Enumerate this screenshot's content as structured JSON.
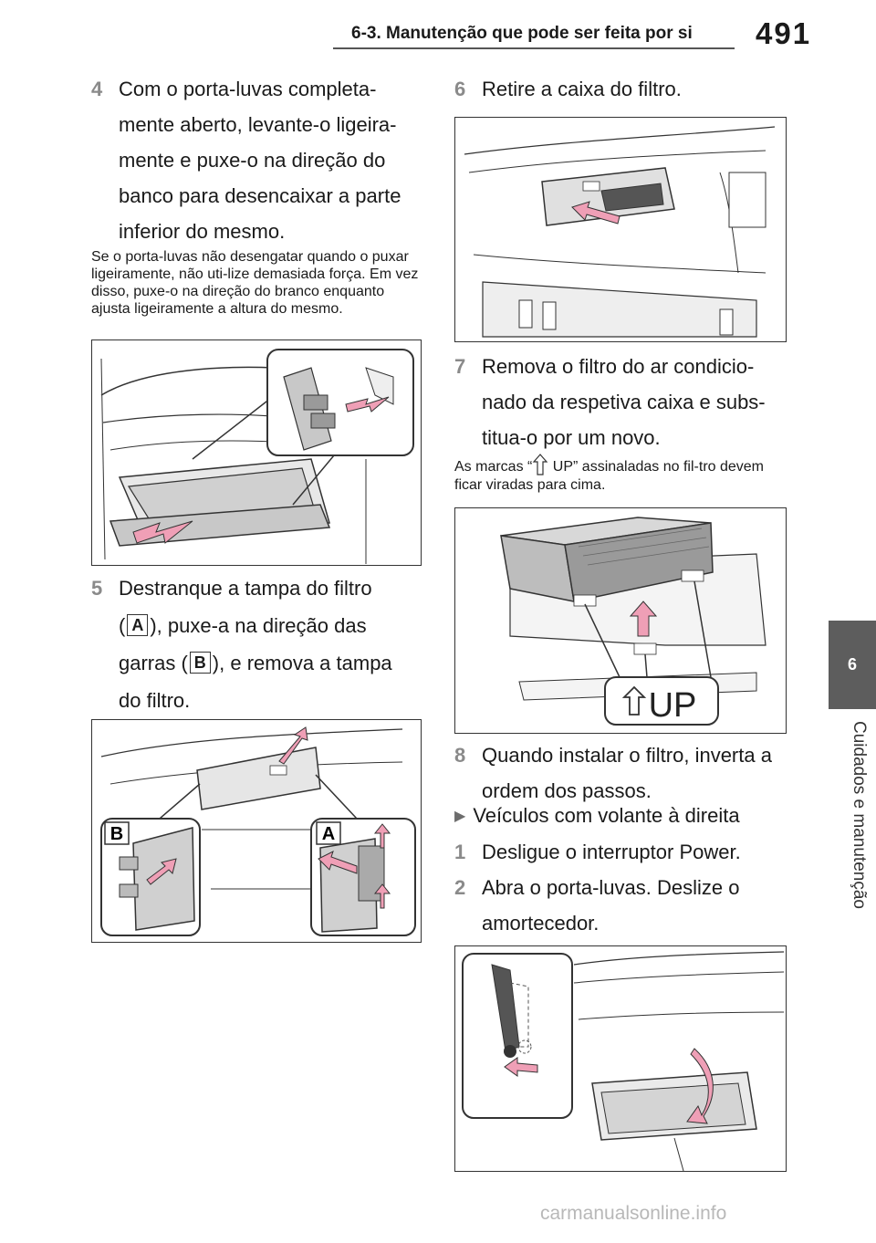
{
  "header": {
    "section_title": "6-3. Manutenção que pode ser feita por si",
    "page_number": "491"
  },
  "sidebar": {
    "chapter_number": "6",
    "chapter_name": "Cuidados e manutenção"
  },
  "left_column": {
    "step4": {
      "num": "4",
      "text": "Com o porta-luvas completa-mente aberto, levante-o ligeira-mente e puxe-o na direção do banco para desencaixar a parte inferior do mesmo."
    },
    "note1": "Se o porta-luvas não desengatar quando o puxar ligeiramente, não uti-lize demasiada força. Em vez disso, puxe-o na direção do branco enquanto ajusta ligeiramente a altura do mesmo.",
    "step5": {
      "num": "5",
      "part1": "Destranque a tampa do filtro",
      "paren_open": "(",
      "badge_a": "A",
      "part2": "), puxe-a na direção das",
      "part3": "garras (",
      "badge_b": "B",
      "part4": "), e remova a tampa",
      "part5": "do filtro."
    },
    "fig2_labels": {
      "b": "B",
      "a": "A"
    }
  },
  "right_column": {
    "step6": {
      "num": "6",
      "text": "Retire a caixa do filtro."
    },
    "step7": {
      "num": "7",
      "text": "Remova o filtro do ar condicio-nado da respetiva caixa e subs-titua-o por um novo."
    },
    "note2_before": "As marcas “",
    "note2_after": "UP” assinaladas no fil-tro devem ficar viradas para cima.",
    "fig4_label": "UP",
    "step8": {
      "num": "8",
      "text": "Quando instalar o filtro, inverta a ordem dos passos."
    },
    "bullet": "Veículos com volante à direita",
    "step1": {
      "num": "1",
      "text": "Desligue o interruptor Power."
    },
    "step2": {
      "num": "2",
      "text": "Abra o porta-luvas. Deslize o amortecedor."
    }
  },
  "footer": {
    "watermark": "carmanualsonline.info"
  },
  "colors": {
    "arrow_pink": "#ef9fb6",
    "tab_gray": "#5d5d5d",
    "figure_gray": "#d9d9d9"
  }
}
